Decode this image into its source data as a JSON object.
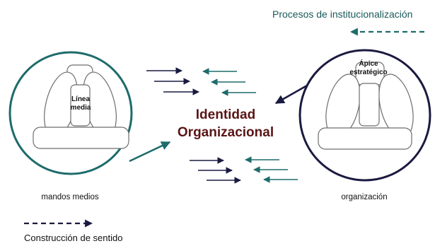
{
  "legend": {
    "institucionalizacion_label": "Procesos de institucionalización",
    "sentido_label": "Construcción de sentido"
  },
  "center": {
    "title_line1": "Identidad",
    "title_line2": "Organizacional"
  },
  "left_figure": {
    "inner_label_line1": "Línea",
    "inner_label_line2": "media",
    "caption": "mandos medios"
  },
  "right_figure": {
    "inner_label_line1": "Ápice",
    "inner_label_line2": "estratégico",
    "caption": "organización"
  },
  "colors": {
    "teal": "#1e6b6b",
    "navy": "#1a1a40",
    "dark_red": "#5a1515",
    "teal_text": "#1a5a5a",
    "outline_gray": "#6e6e6e"
  }
}
